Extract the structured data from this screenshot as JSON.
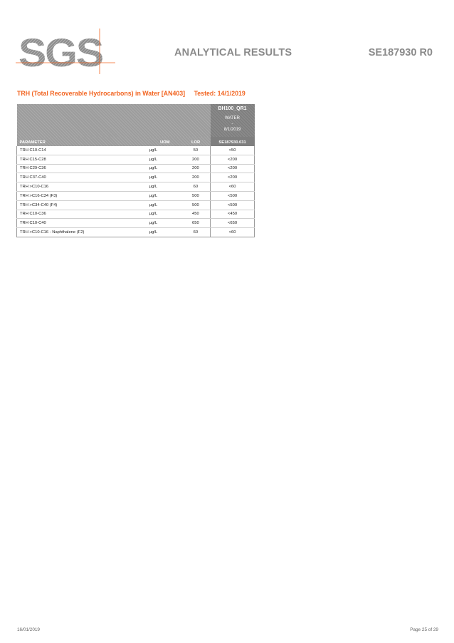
{
  "header": {
    "logo_text": "SGS",
    "title": "ANALYTICAL RESULTS",
    "report_id": "SE187930 R0"
  },
  "section": {
    "heading": "TRH (Total Recoverable Hydrocarbons) in Water [AN403]",
    "tested": "Tested: 14/1/2019"
  },
  "table": {
    "columns": {
      "parameter": "PARAMETER",
      "uom": "UOM",
      "lor": "LOR",
      "result": "SE187930.031"
    },
    "sample": {
      "id": "BH100_QR1",
      "matrix": "WATER",
      "dash": "-",
      "date": "8/1/2019"
    },
    "rows": [
      {
        "parameter": "TRH C10-C14",
        "uom": "µg/L",
        "lor": "50",
        "result": "<50"
      },
      {
        "parameter": "TRH C15-C28",
        "uom": "µg/L",
        "lor": "200",
        "result": "<200"
      },
      {
        "parameter": "TRH C29-C36",
        "uom": "µg/L",
        "lor": "200",
        "result": "<200"
      },
      {
        "parameter": "TRH C37-C40",
        "uom": "µg/L",
        "lor": "200",
        "result": "<200"
      },
      {
        "parameter": "TRH >C10-C16",
        "uom": "µg/L",
        "lor": "60",
        "result": "<60"
      },
      {
        "parameter": "TRH >C16-C34 (F3)",
        "uom": "µg/L",
        "lor": "500",
        "result": "<500"
      },
      {
        "parameter": "TRH >C34-C40 (F4)",
        "uom": "µg/L",
        "lor": "500",
        "result": "<500"
      },
      {
        "parameter": "TRH C10-C36",
        "uom": "µg/L",
        "lor": "450",
        "result": "<450"
      },
      {
        "parameter": "TRH C10-C40",
        "uom": "µg/L",
        "lor": "650",
        "result": "<650"
      },
      {
        "parameter": "TRH >C10-C16 - Naphthalene (F2)",
        "uom": "µg/L",
        "lor": "60",
        "result": "<60"
      }
    ]
  },
  "footer": {
    "date": "16/01/2019",
    "page": "Page 25 of 29"
  },
  "colors": {
    "accent": "#f26522",
    "title_grey": "#8a8a8a",
    "header_band": "#9c9c9c"
  }
}
